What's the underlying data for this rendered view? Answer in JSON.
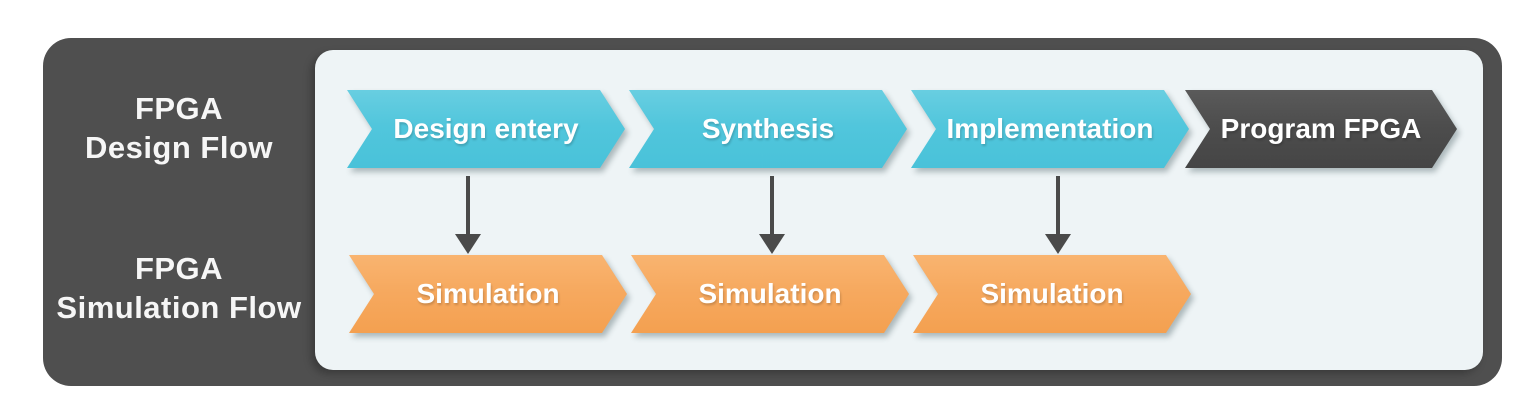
{
  "colors": {
    "page-bg": "#ffffff",
    "frame-bg": "#4f4f4f",
    "panel-bg": "#eef4f6",
    "step-blue": "#51c6dc",
    "step-blue-light": "#68cee1",
    "step-blue-dark": "#49c2d9",
    "step-orange": "#f6a95f",
    "step-orange-light": "#f9b470",
    "step-orange-dark": "#f4a050",
    "step-dark": "#4d4d4d",
    "step-dark-light": "#5a5a5a",
    "step-dark-deep": "#454545",
    "arrow": "#4a4a4a",
    "step-text": "#ffffff",
    "label-text": "#f6f6f6"
  },
  "labels": {
    "design_flow": {
      "line1": "FPGA",
      "line2": "Design Flow"
    },
    "simulation_flow": {
      "line1": "FPGA",
      "line2": "Simulation Flow"
    }
  },
  "design_flow": {
    "steps": [
      {
        "label": "Design entery"
      },
      {
        "label": "Synthesis"
      },
      {
        "label": "Implementation"
      },
      {
        "label": "Program FPGA"
      }
    ]
  },
  "simulation_flow": {
    "steps": [
      {
        "label": "Simulation"
      },
      {
        "label": "Simulation"
      },
      {
        "label": "Simulation"
      }
    ]
  }
}
